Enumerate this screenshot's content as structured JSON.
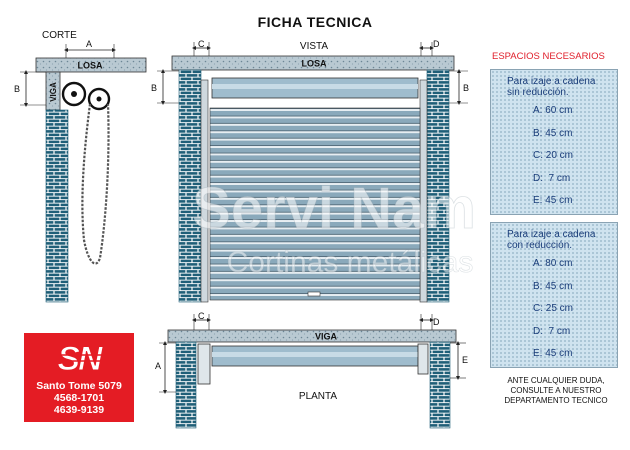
{
  "title": "FICHA TECNICA",
  "views": {
    "corte": "CORTE",
    "vista": "VISTA",
    "planta": "PLANTA"
  },
  "labels": {
    "losa": "LOSA",
    "viga": "VIGA",
    "a": "A",
    "b": "B",
    "c": "C",
    "d": "D",
    "e": "E"
  },
  "watermark": {
    "line1": "Servi Nam",
    "line2": "Cortinas metálicas"
  },
  "requirements": {
    "title": "ESPACIOS NECESARIOS",
    "without_reduction": {
      "heading_1": "Para izaje a cadena",
      "heading_2": "sin reducción.",
      "items": [
        "A: 60 cm",
        "B: 45 cm",
        "C: 20 cm",
        "D:  7 cm",
        "E: 45 cm"
      ]
    },
    "with_reduction": {
      "heading_1": "Para izaje a cadena",
      "heading_2": "con reducción.",
      "items": [
        "A: 80 cm",
        "B: 45 cm",
        "C: 25 cm",
        "D:  7 cm",
        "E: 45 cm"
      ]
    }
  },
  "note": {
    "line1": "ANTE CUALQUIER DUDA,",
    "line2": "CONSULTE A NUESTRO",
    "line3": "DEPARTAMENTO TECNICO"
  },
  "company": {
    "logo_text": "SN",
    "address": "Santo Tome 5079",
    "phone_1": "4568-1701",
    "phone_2": "4639-9139"
  },
  "colors": {
    "brand_red": "#e41c24",
    "panel_blue": "#cfe3ef",
    "panel_text": "#1a3d7a",
    "brick": "#1f5f78",
    "slat": "#7fa0b4"
  }
}
